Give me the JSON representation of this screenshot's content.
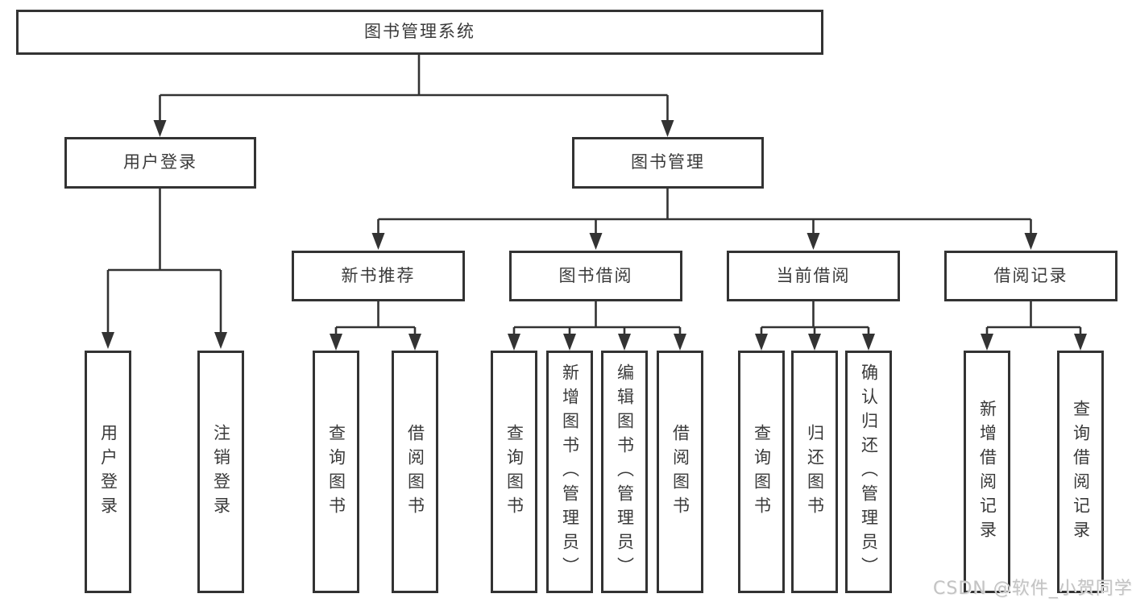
{
  "diagram": {
    "root": {
      "label": "图书管理系统"
    },
    "branches": [
      {
        "label": "用户登录",
        "children": [
          {
            "label": "用户登录"
          },
          {
            "label": "注销登录"
          }
        ]
      },
      {
        "label": "图书管理",
        "children": [
          {
            "label": "新书推荐",
            "children": [
              {
                "label": "查询图书"
              },
              {
                "label": "借阅图书"
              }
            ]
          },
          {
            "label": "图书借阅",
            "children": [
              {
                "label": "查询图书"
              },
              {
                "label": "新增图书（管理员）"
              },
              {
                "label": "编辑图书（管理员）"
              },
              {
                "label": "借阅图书"
              }
            ]
          },
          {
            "label": "当前借阅",
            "children": [
              {
                "label": "查询图书"
              },
              {
                "label": "归还图书"
              },
              {
                "label": "确认归还（管理员）"
              }
            ]
          },
          {
            "label": "借阅记录",
            "children": [
              {
                "label": "新增借阅记录"
              },
              {
                "label": "查询借阅记录"
              }
            ]
          }
        ]
      }
    ]
  },
  "watermark": {
    "text": "CSDN @软件_小贺同学"
  },
  "colors": {
    "line": "#333333",
    "border": "#333333",
    "text": "#3a3a3a",
    "watermark": "#c3c3c3",
    "background": "#ffffff"
  }
}
